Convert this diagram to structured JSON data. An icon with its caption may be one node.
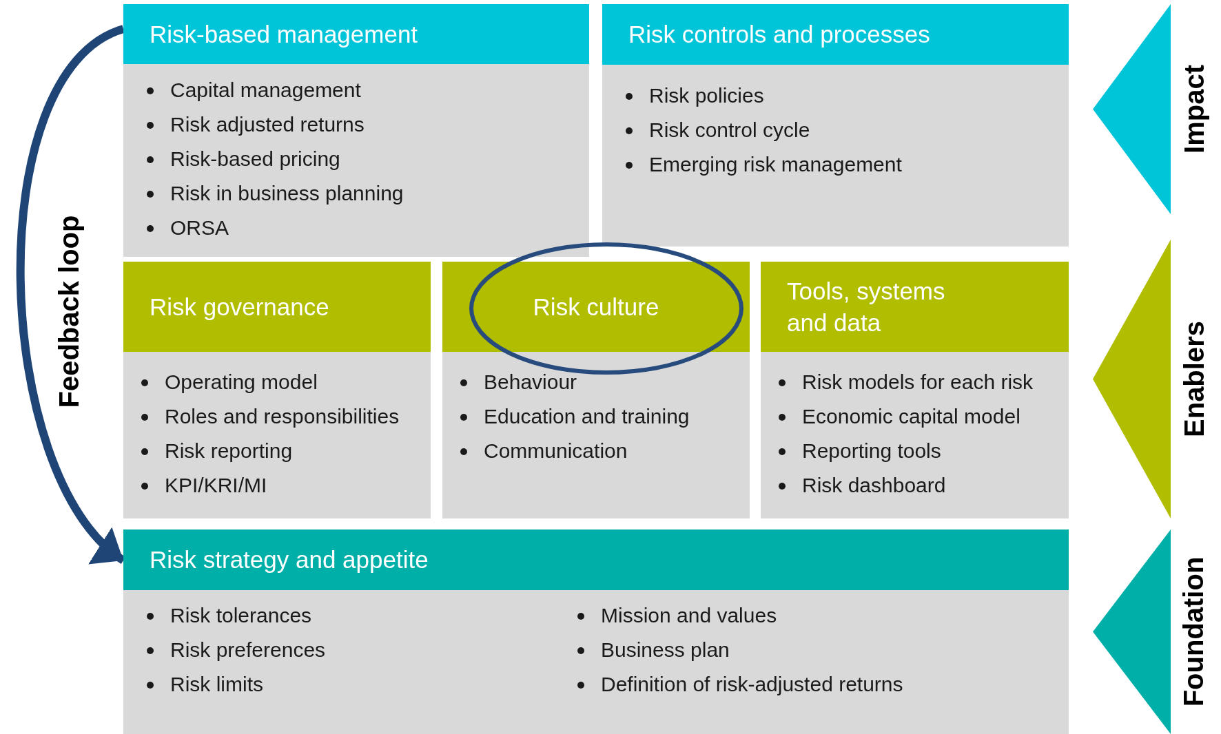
{
  "diagram": {
    "nodes": [
      {
        "text": [
          "Risk-based management",
          "Capital management",
          "Risk adjusted returns",
          "Risk-based pricing",
          "Risk in business planning",
          "ORSA"
        ]
      },
      {
        "text": [
          "Risk controls and processes",
          "Risk policies",
          "Risk control cycle",
          "Emerging risk management"
        ]
      },
      {
        "text": [
          "Risk governance",
          "Operating model",
          "Roles and responsibilities",
          "Risk reporting",
          "KPI/KRI/MI"
        ]
      },
      {
        "text": [
          "Risk culture",
          "Behaviour",
          "Education and training",
          "Communication"
        ]
      },
      {
        "text": [
          "Tools, systems and data",
          "Risk models for each risk",
          "Economic capital model",
          "Reporting tools",
          "Risk dashboard"
        ]
      },
      {
        "text": [
          "Risk strategy and appetite",
          "Risk tolerances",
          "Risk preferences",
          "Risk limits",
          "Mission and values",
          "Business plan",
          "Definition of risk-adjusted returns"
        ]
      },
      {
        "text": [
          "Impact"
        ]
      },
      {
        "text": [
          "Enablers"
        ]
      },
      {
        "text": [
          "Foundation"
        ]
      }
    ],
    "edges": [
      {
        "from": 0,
        "to": 5,
        "arrow": "to",
        "label": "Feedback loop"
      }
    ]
  }
}
